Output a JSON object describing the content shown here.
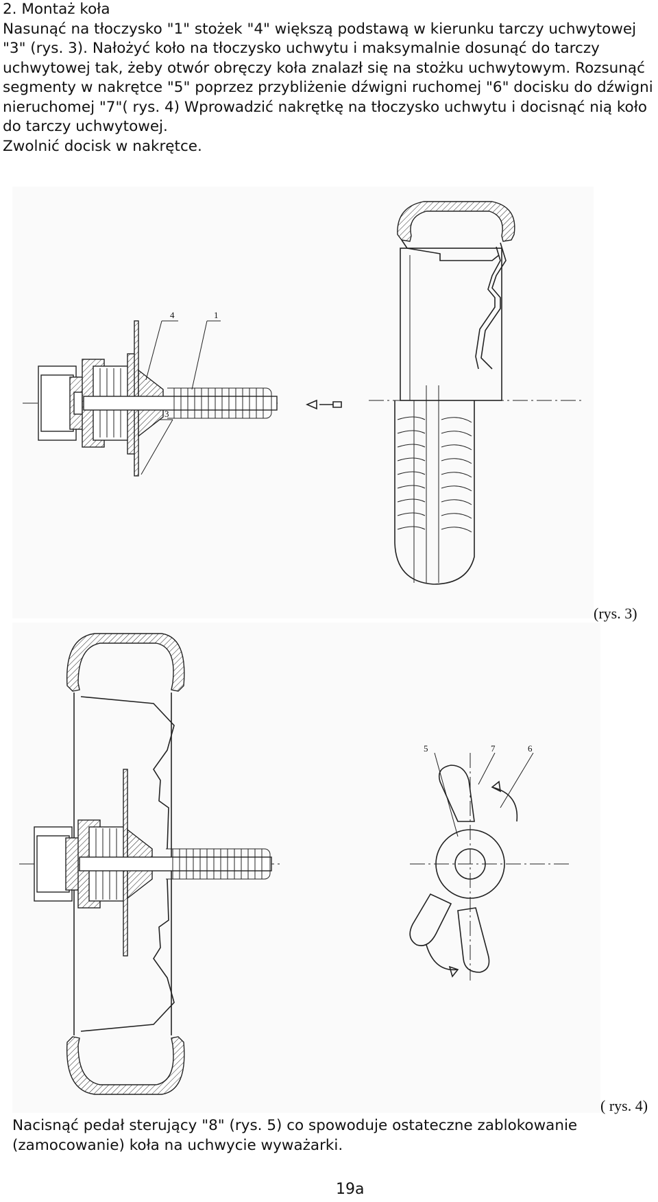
{
  "intro": {
    "heading": "2. Montaż koła",
    "para1": "Nasunąć na tłoczysko \"1\" stożek \"4\" większą podstawą w kierunku tarczy uchwytowej \"3\" (rys. 3). Nałożyć koło na tłoczysko uchwytu i maksymalnie dosunąć do tarczy uchwytowej tak, żeby otwór obręczy koła znalazł się na stożku uchwytowym. Rozsunąć segmenty w nakrętce \"5\" poprzez przybliżenie dźwigni ruchomej \"6\" docisku do dźwigni nieruchomej \"7\"( rys. 4) Wprowadzić nakrętkę na tłoczysko uchwytu i docisnąć nią koło do tarczy uchwytowej.",
    "para2": "Zwolnić docisk w nakrętce."
  },
  "figure3": {
    "caption": "(rys. 3)",
    "labels": {
      "cone": "4",
      "rod": "1",
      "plate": "3"
    }
  },
  "figure4": {
    "caption": "( rys. 4)",
    "labels": {
      "segment_nut": "5",
      "fixed_lever": "7",
      "movable_lever": "6"
    }
  },
  "outro": {
    "text": "Nacisnąć pedał sterujący \"8\" (rys. 5) co spowoduje ostateczne zablokowanie (zamocowanie) koła na uchwycie wyważarki."
  },
  "page_number": "19a",
  "colors": {
    "line": "#222222",
    "paper": "#ffffff",
    "figure_bg": "#fafafa"
  }
}
